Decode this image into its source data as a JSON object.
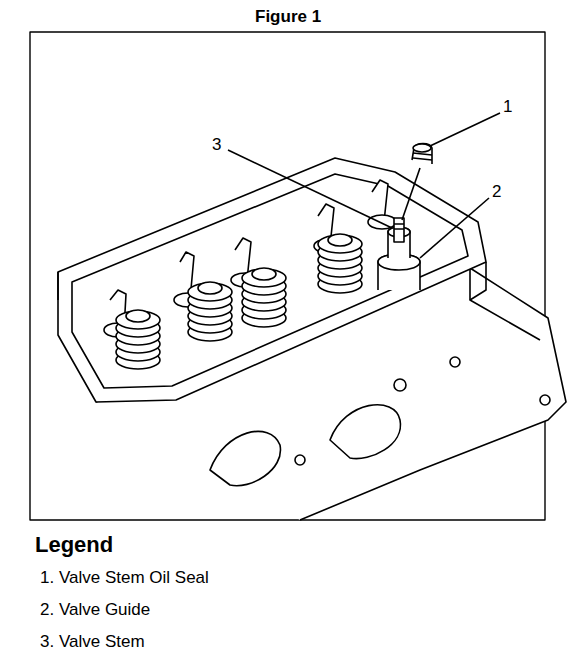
{
  "diagram": {
    "title": "Figure 1",
    "labels": [
      "1",
      "2",
      "3",
      "Legend"
    ],
    "legend": [
      {
        "text": "1. Valve Stem Oil Seal"
      },
      {
        "text": "2. Valve Guide"
      },
      {
        "text": "3. Valve Stem"
      }
    ]
  }
}
